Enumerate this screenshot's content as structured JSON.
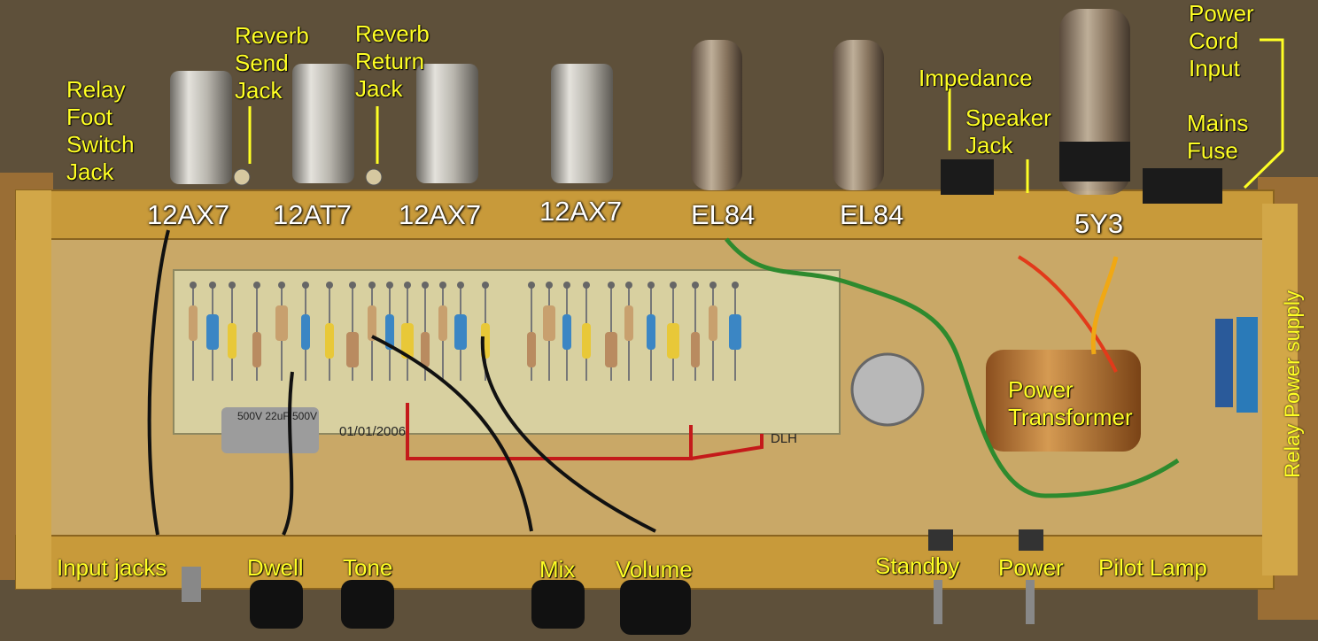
{
  "photo": {
    "subject": "amp-chassis-photo",
    "board_marking": "01/01/2006",
    "board_initials": "DLH",
    "cap_marking_1": "500V 22uF",
    "cap_marking_2": "500V"
  },
  "top_labels": {
    "relay_foot_switch": "Relay\nFoot\nSwitch\nJack",
    "reverb_send": "Reverb\nSend\nJack",
    "reverb_return": "Reverb\nReturn\nJack",
    "impedance": "Impedance",
    "speaker_jack": "Speaker\nJack",
    "power_cord": "Power\nCord\nInput",
    "mains_fuse": "Mains\nFuse"
  },
  "tube_labels": {
    "v1": "12AX7",
    "v2": "12AT7",
    "v3": "12AX7",
    "v4": "12AX7",
    "v5": "EL84",
    "v6": "EL84",
    "rect": "5Y3"
  },
  "middle_labels": {
    "power_transformer": "Power\nTransformer",
    "relay_power_supply": "Relay Power supply"
  },
  "bottom_labels": {
    "input_jacks": "Input jacks",
    "dwell": "Dwell",
    "tone": "Tone",
    "mix": "Mix",
    "volume": "Volume",
    "standby": "Standby",
    "power": "Power",
    "pilot_lamp": "Pilot Lamp"
  },
  "colors": {
    "wood_frame": "#c89a3a",
    "chassis": "#c9a867",
    "board": "#d8d0a0",
    "label_yellow": "#ffff24",
    "tube_label": "#ffffff"
  }
}
